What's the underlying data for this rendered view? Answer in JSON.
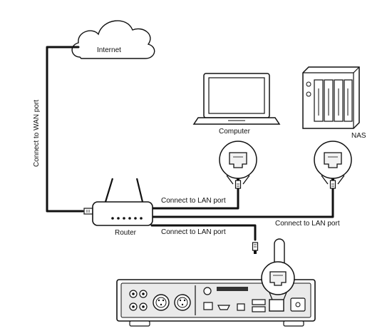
{
  "labels": {
    "internet": "Internet",
    "computer": "Computer",
    "nas": "NAS",
    "router": "Router",
    "wan": "Connect to WAN port",
    "lan_top": "Connect to LAN port",
    "lan_bottom": "Connect to LAN port",
    "lan_right": "Connect to LAN port"
  },
  "colors": {
    "stroke": "#111111",
    "device_fill": "#ffffff",
    "port_fill": "#f2f2f2",
    "panel_fill": "#eaeaea"
  }
}
